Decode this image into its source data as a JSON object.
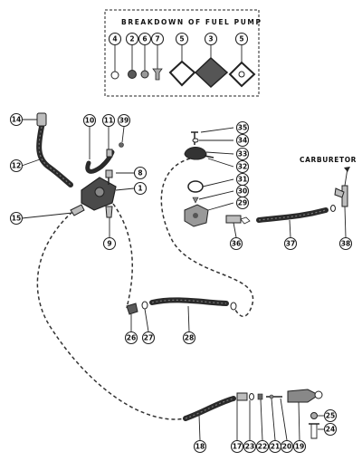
{
  "breakdown_title": "BREAKDOWN OF FUEL PUMP",
  "carburetor_label": "CARBURETOR",
  "callouts": [
    "4",
    "2",
    "6",
    "7",
    "5",
    "3",
    "5",
    "14",
    "10",
    "11",
    "39",
    "12",
    "8",
    "1",
    "15",
    "9",
    "35",
    "34",
    "33",
    "32",
    "31",
    "30",
    "29",
    "36",
    "37",
    "38",
    "26",
    "27",
    "28",
    "18",
    "17",
    "23",
    "22",
    "21",
    "20",
    "19",
    "25",
    "24"
  ]
}
